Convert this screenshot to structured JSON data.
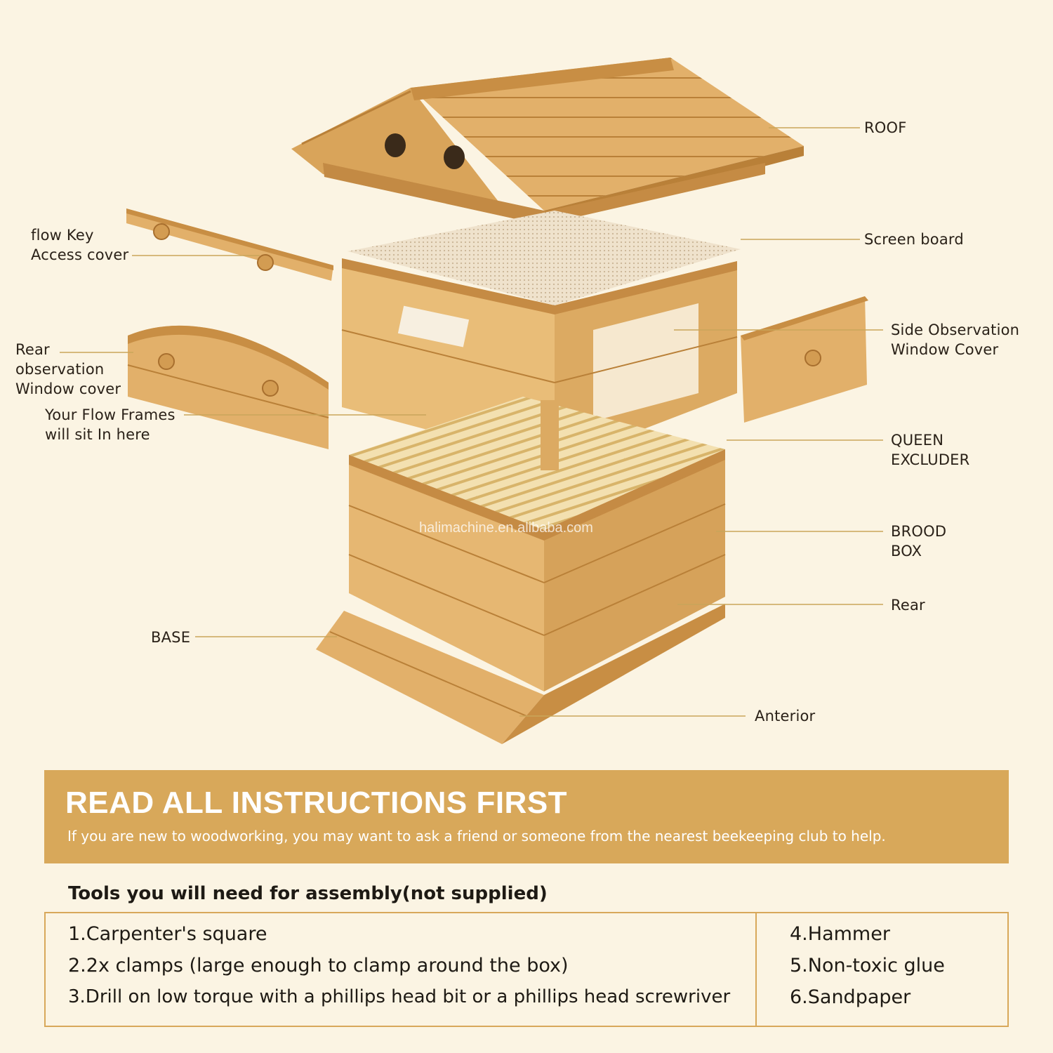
{
  "labels": {
    "roof": "ROOF",
    "screen_board": "Screen board",
    "flow_key": "flow Key\nAccess cover",
    "side_window": "Side Observation\nWindow Cover",
    "rear_window": "Rear\nobservation\nWindow cover",
    "flow_frames": "Your Flow Frames\nwill sit In here",
    "queen_excluder": "QUEEN\nEXCLUDER",
    "brood_box": "BROOD\nBOX",
    "rear": "Rear",
    "base": "BASE",
    "anterior": "Anterior"
  },
  "banner": {
    "title": "READ ALL INSTRUCTIONS FIRST",
    "subtitle": "If you are new to woodworking, you may want to ask a friend or someone from the nearest beekeeping club to help."
  },
  "tools": {
    "heading": "Tools you will need for assembly(not supplied)",
    "left": [
      "1.Carpenter's square",
      "2.2x clamps (large enough to clamp around the box)",
      "3.Drill on low torque with a phillips head bit or a phillips head screwriver"
    ],
    "right": [
      "4.Hammer",
      "5.Non-toxic glue",
      "6.Sandpaper"
    ]
  },
  "watermark": "halimachine.en.alibaba.com",
  "colors": {
    "background": "#fbf4e3",
    "accent": "#d8a85a",
    "wood_light": "#e9bd78",
    "wood_mid": "#d9a45a",
    "wood_dark": "#b98038"
  }
}
